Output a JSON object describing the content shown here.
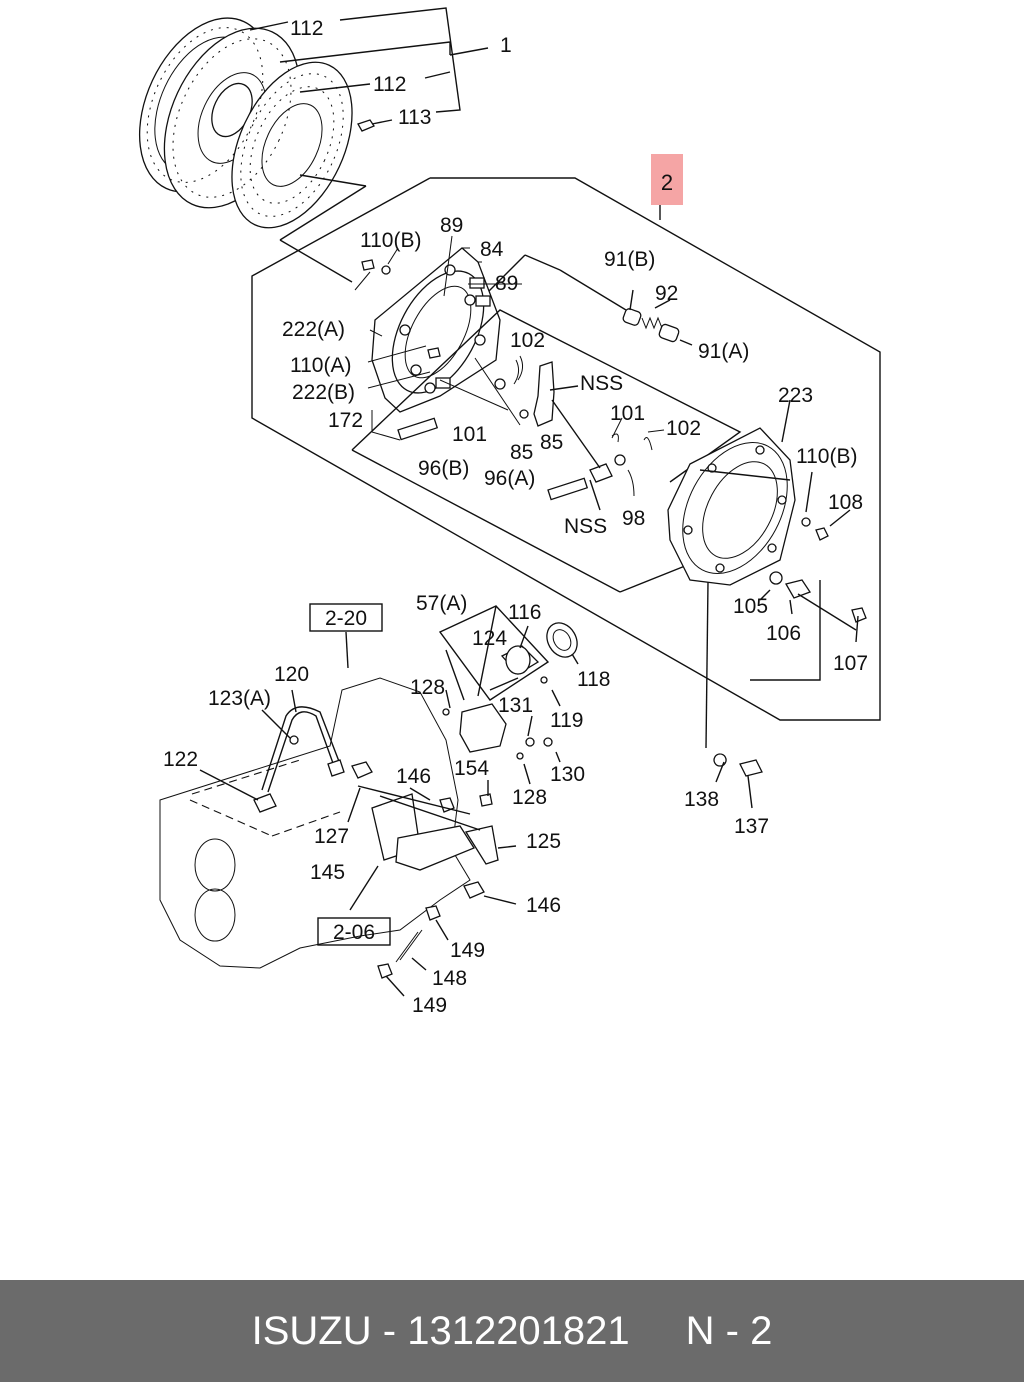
{
  "diagram": {
    "highlight_label": "2",
    "box_refs": [
      "2-20",
      "2-06"
    ],
    "labels": [
      "112",
      "1",
      "112",
      "113",
      "89",
      "84",
      "110(B)",
      "89",
      "222(A)",
      "110(A)",
      "222(B)",
      "172",
      "101",
      "91(B)",
      "92",
      "91(A)",
      "102",
      "NSS",
      "85",
      "85",
      "96(B)",
      "96(A)",
      "NSS",
      "101",
      "102",
      "98",
      "223",
      "110(B)",
      "108",
      "105",
      "106",
      "107",
      "57(A)",
      "116",
      "124",
      "118",
      "128",
      "131",
      "119",
      "130",
      "128",
      "154",
      "120",
      "123(A)",
      "122",
      "127",
      "146",
      "145",
      "125",
      "146",
      "149",
      "148",
      "149",
      "138",
      "137"
    ]
  },
  "footer": {
    "brand": "ISUZU",
    "separator": "-",
    "part_number": "1312201821",
    "page": "N - 2"
  }
}
